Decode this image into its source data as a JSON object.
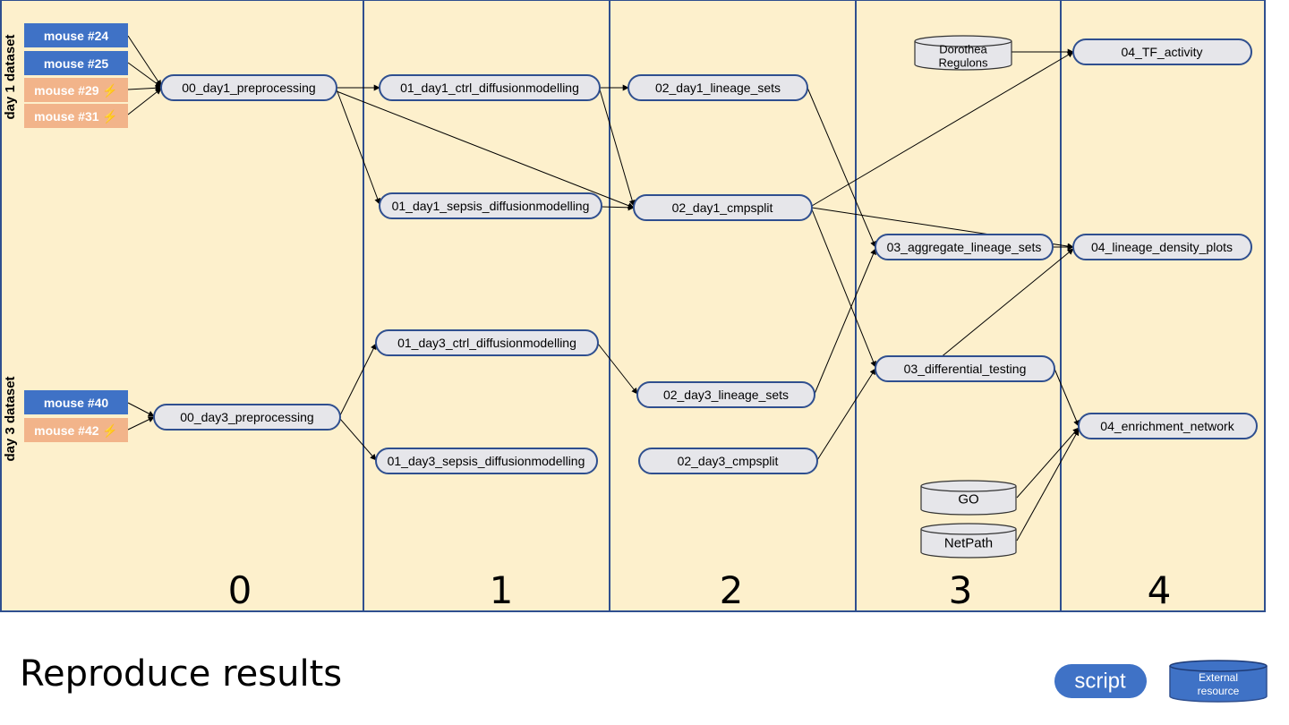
{
  "columns": [
    {
      "label": "0"
    },
    {
      "label": "1"
    },
    {
      "label": "2"
    },
    {
      "label": "3"
    },
    {
      "label": "4"
    }
  ],
  "dataset_labels": {
    "day1": "day 1 dataset",
    "day3": "day 3 dataset"
  },
  "mice": {
    "m24": {
      "label": "mouse #24",
      "color": "#3f72c6"
    },
    "m25": {
      "label": "mouse #25",
      "color": "#3f72c6"
    },
    "m29": {
      "label": "mouse #29 ⚡",
      "color": "#f2b48a"
    },
    "m31": {
      "label": "mouse #31 ⚡",
      "color": "#f2b48a"
    },
    "m40": {
      "label": "mouse #40",
      "color": "#3f72c6"
    },
    "m42": {
      "label": "mouse #42 ⚡",
      "color": "#f2b48a"
    }
  },
  "scripts": {
    "s00d1": "00_day1_preprocessing",
    "s00d3": "00_day3_preprocessing",
    "s01d1c": "01_day1_ctrl_diffusionmodelling",
    "s01d1s": "01_day1_sepsis_diffusionmodelling",
    "s01d3c": "01_day3_ctrl_diffusionmodelling",
    "s01d3s": "01_day3_sepsis_diffusionmodelling",
    "s02d1l": "02_day1_lineage_sets",
    "s02d1c": "02_day1_cmpsplit",
    "s02d3l": "02_day3_lineage_sets",
    "s02d3c": "02_day3_cmpsplit",
    "s03a": "03_aggregate_lineage_sets",
    "s03d": "03_differential_testing",
    "s04tf": "04_TF_activity",
    "s04ld": "04_lineage_density_plots",
    "s04en": "04_enrichment_network"
  },
  "resources": {
    "dorothea_line1": "Dorothea",
    "dorothea_line2": "Regulons",
    "go": "GO",
    "netpath": "NetPath"
  },
  "footer": {
    "title": "Reproduce results",
    "legend_script": "script",
    "legend_external_line1": "External",
    "legend_external_line2": "resource"
  }
}
